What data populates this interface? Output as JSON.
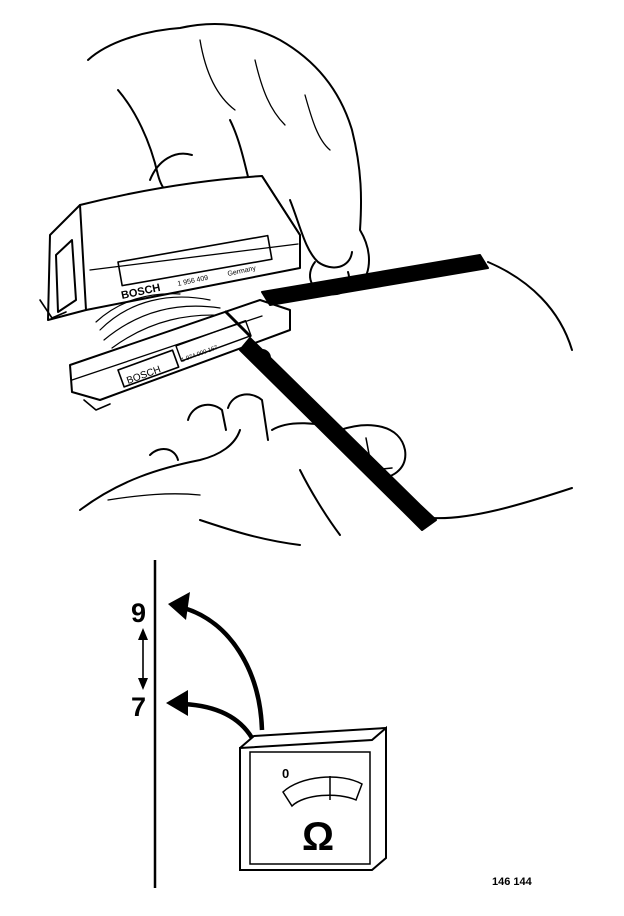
{
  "illustration": {
    "ecu_brand_top": "BOSCH",
    "ecu_brand_bottom": "BOSCH",
    "ecu_partno_top": "1 956 409",
    "ecu_country": "Germany",
    "ecu_partno_bottom": "1 974 000 167"
  },
  "diagram": {
    "pin_upper": "9",
    "pin_lower": "7",
    "meter_zero": "0",
    "meter_unit_symbol": "Ω",
    "figure_number": "146 144"
  }
}
